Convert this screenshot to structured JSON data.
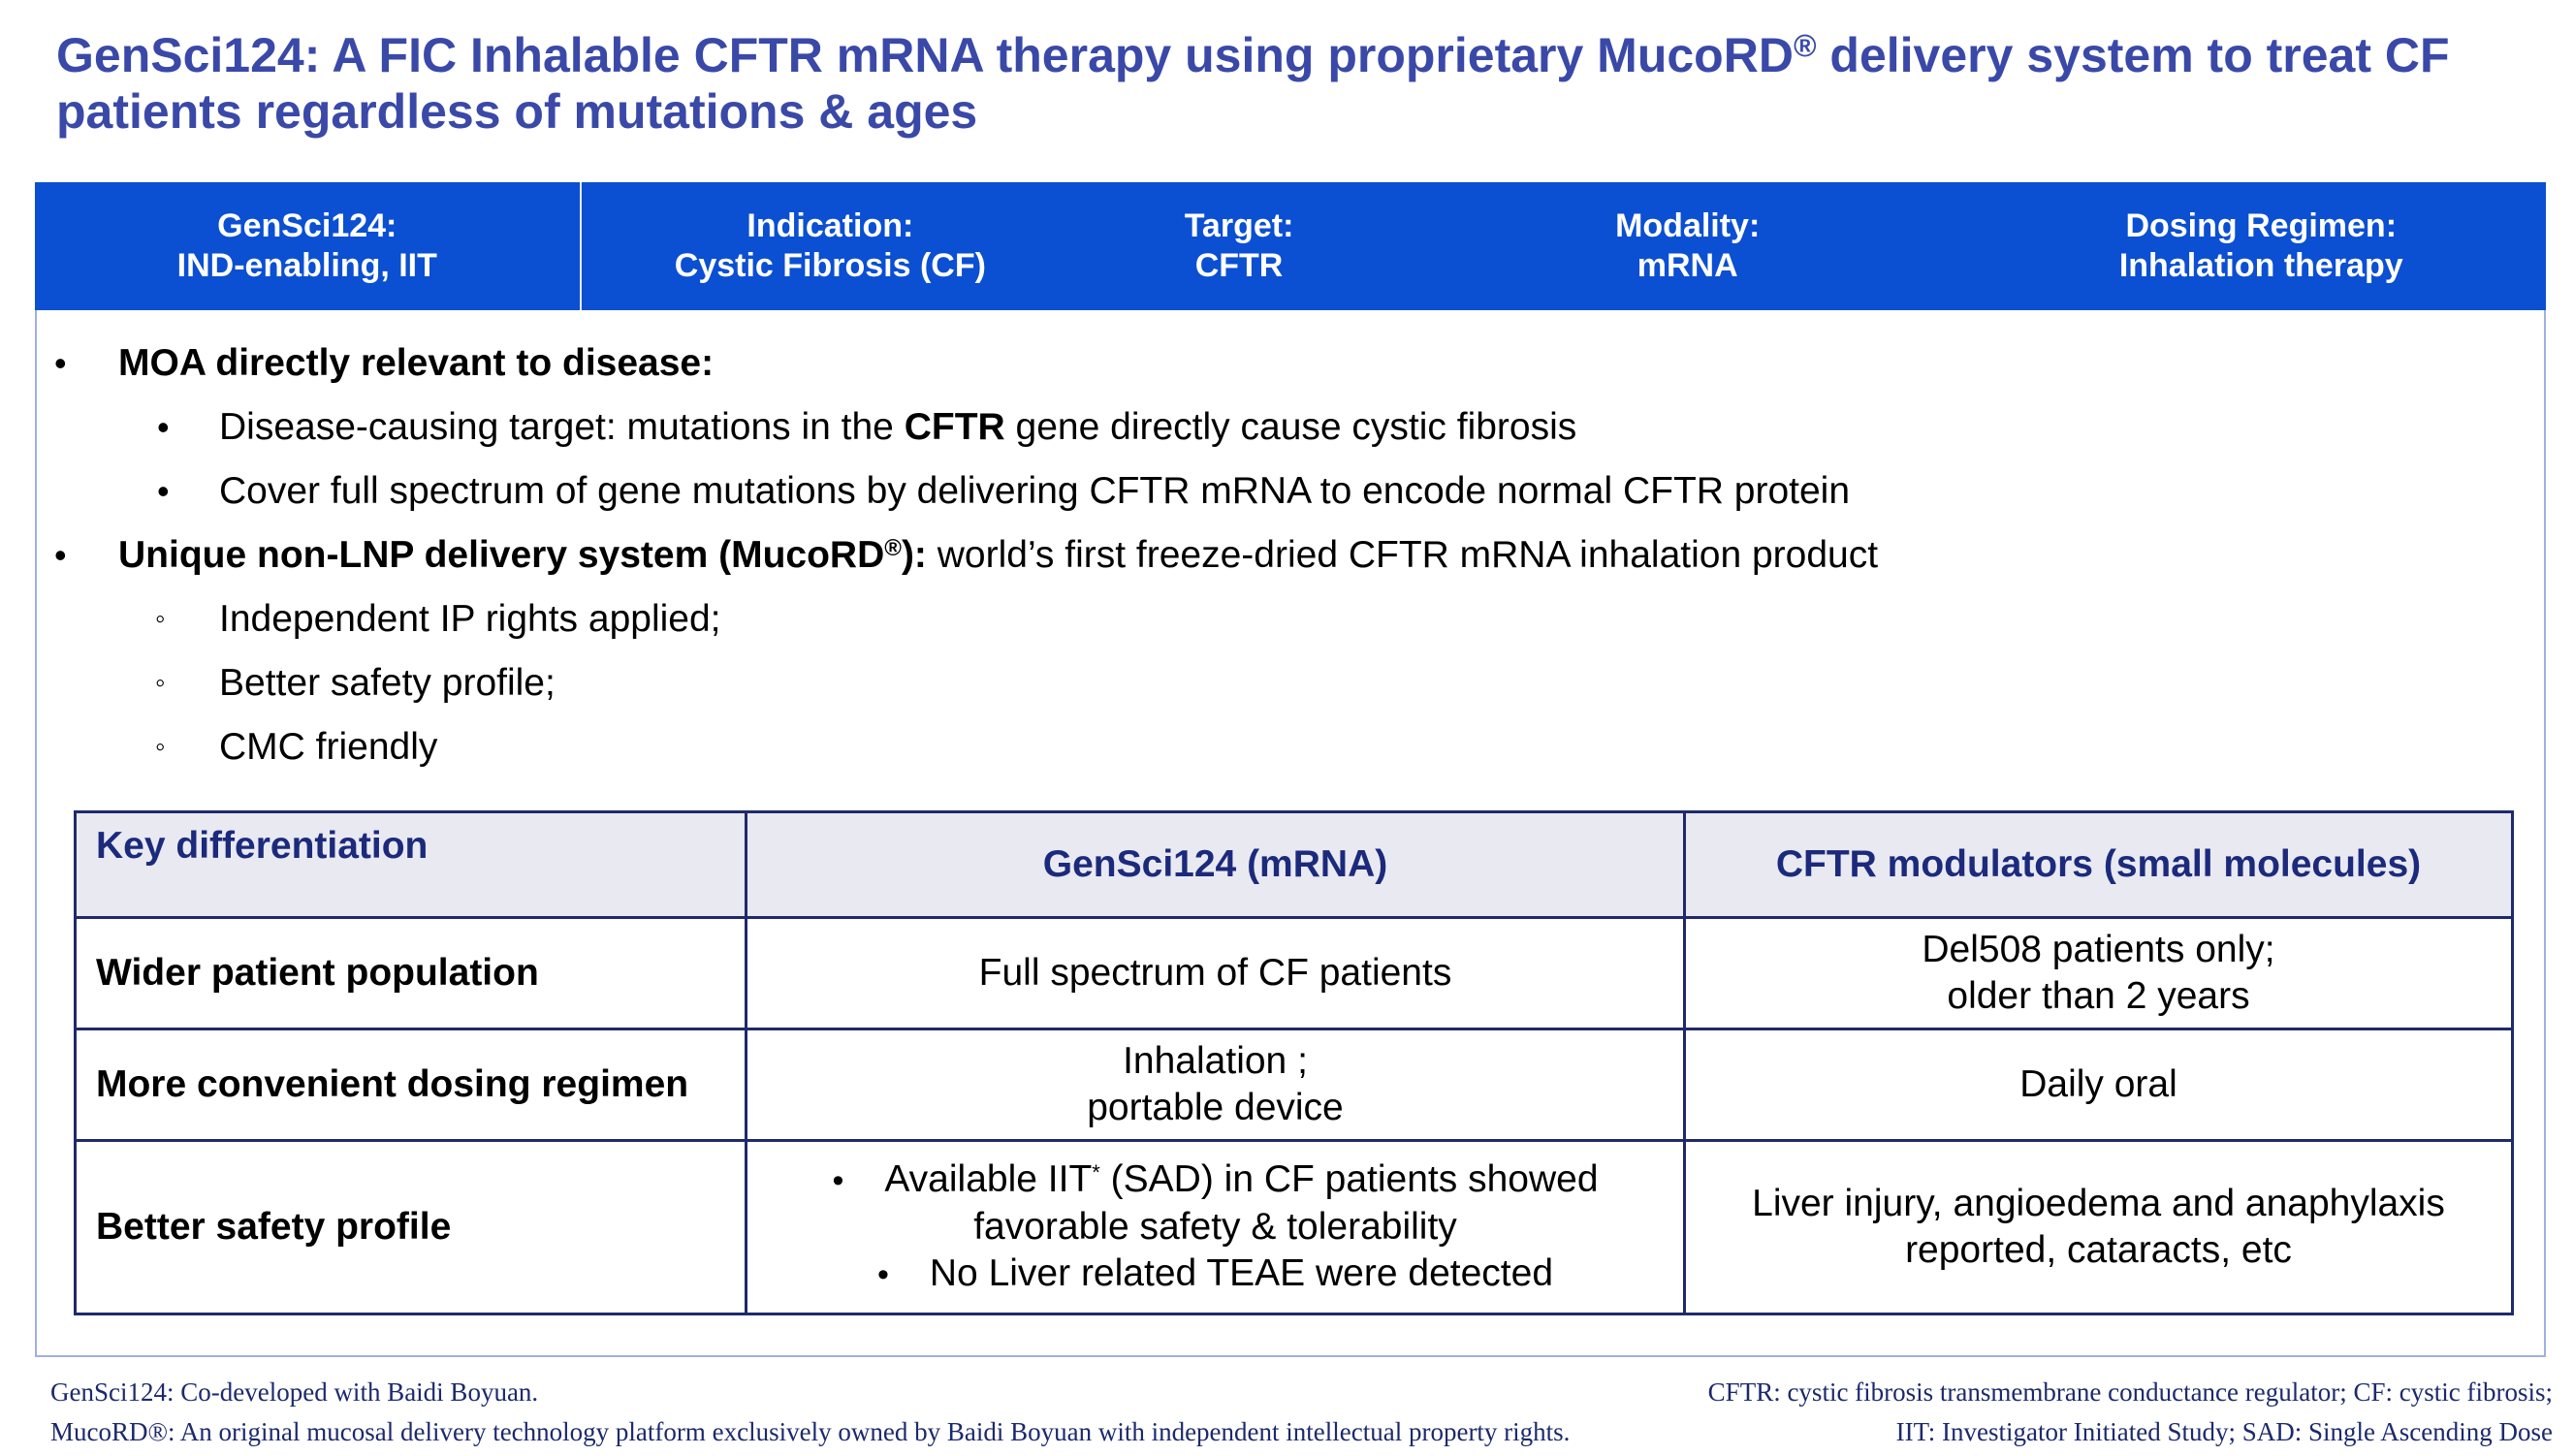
{
  "title": {
    "line1_before": "GenSci124: A FIC Inhalable CFTR mRNA therapy using proprietary MucoRD",
    "line1_reg": "®",
    "line1_after": " delivery system to treat CF",
    "line2": "patients regardless of mutations & ages"
  },
  "band": [
    {
      "label": "GenSci124:",
      "value": "IND-enabling, IIT"
    },
    {
      "label": "Indication:",
      "value": "Cystic Fibrosis (CF)"
    },
    {
      "label": "Target:",
      "value": "CFTR"
    },
    {
      "label": "Modality:",
      "value": "mRNA"
    },
    {
      "label": "Dosing Regimen:",
      "value": "Inhalation therapy"
    }
  ],
  "bullets": {
    "moa_heading": "MOA directly relevant to disease:",
    "moa_item1_before": "Disease-causing target: mutations in the ",
    "moa_item1_bold": "CFTR",
    "moa_item1_after": " gene directly cause cystic fibrosis",
    "moa_item2": "Cover full spectrum of gene mutations by delivering CFTR mRNA to encode normal CFTR protein",
    "delivery_bold_before": "Unique non-LNP delivery system (MucoRD",
    "delivery_reg": "®",
    "delivery_bold_after": "):",
    "delivery_rest": " world’s first freeze-dried CFTR mRNA inhalation product",
    "sub_items": [
      "Independent IP rights applied;",
      "Better safety profile;",
      "CMC friendly"
    ],
    "marker_filled": "•",
    "marker_hollow": "◦"
  },
  "table": {
    "header": {
      "key": "Key differentiation",
      "col1": "GenSci124 (mRNA)",
      "col2": "CFTR modulators (small molecules)"
    },
    "rows": [
      {
        "label": "Wider patient population",
        "col1": [
          "Full spectrum of CF patients"
        ],
        "col2": [
          "Del508 patients only;",
          "older than 2 years"
        ]
      },
      {
        "label": "More convenient dosing regimen",
        "col1": [
          "Inhalation ;",
          "portable device"
        ],
        "col2": [
          "Daily oral"
        ]
      },
      {
        "label": "Better safety profile",
        "col1_bullet1_before": "Available IIT",
        "col1_bullet1_star": "*",
        "col1_bullet1_after": " (SAD) in CF patients showed",
        "col1_bullet1_line2": "favorable safety & tolerability",
        "col1_bullet2": "No Liver related TEAE were detected",
        "col2": [
          "Liver injury, angioedema and anaphylaxis",
          "reported, cataracts, etc"
        ]
      }
    ]
  },
  "footer": {
    "left": [
      "GenSci124: Co-developed with Baidi Boyuan.",
      "MucoRD®: An original mucosal delivery technology platform exclusively owned by Baidi Boyuan with independent intellectual property rights."
    ],
    "right": [
      "CFTR: cystic fibrosis transmembrane conductance regulator; CF: cystic fibrosis;",
      "IIT: Investigator Initiated Study; SAD: Single Ascending Dose"
    ]
  },
  "colors": {
    "title": "#3a49a8",
    "band": "#0b4fd2",
    "table_border": "#1f2a6b",
    "header_bg": "#e9e9f1"
  }
}
